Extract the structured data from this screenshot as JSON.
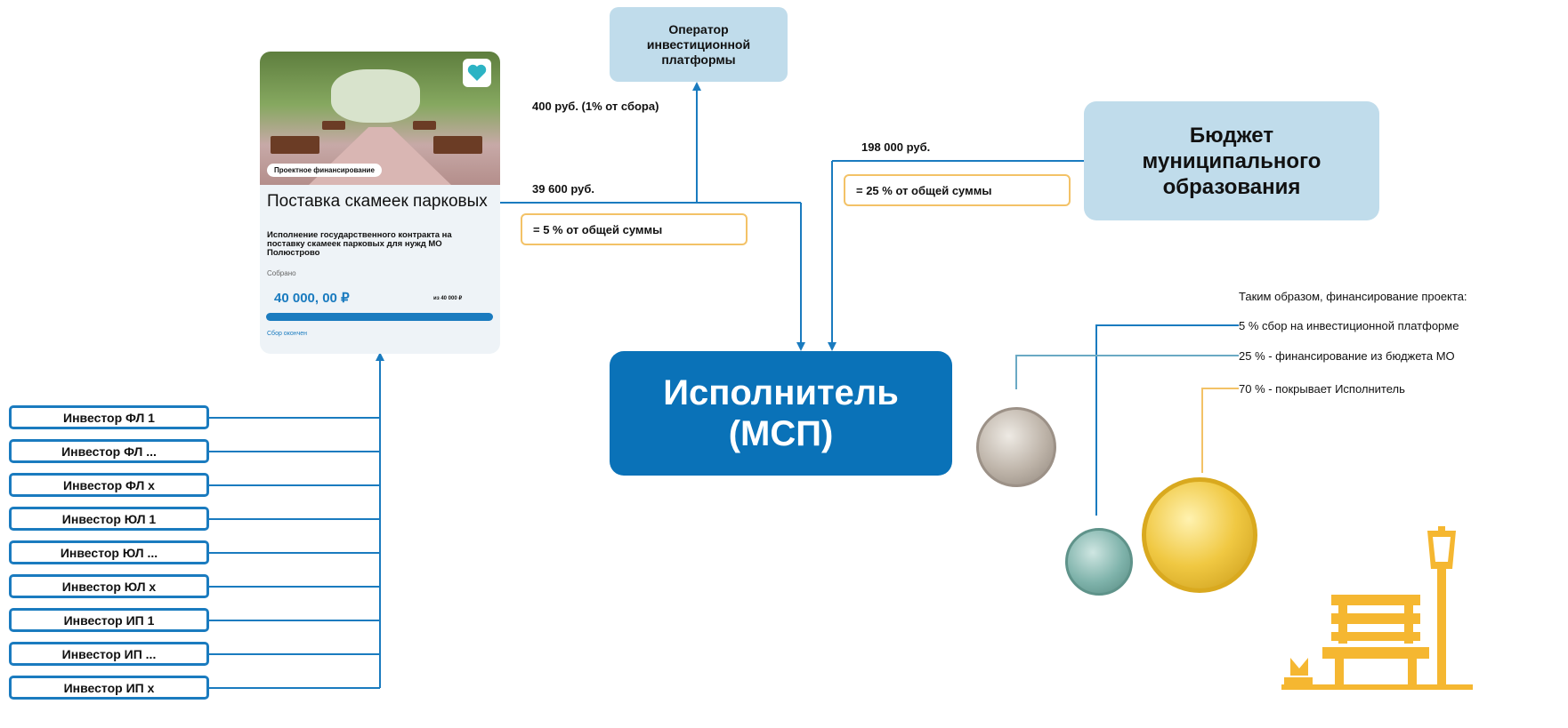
{
  "investors": [
    "Инвестор ФЛ 1",
    "Инвестор ФЛ ...",
    "Инвестор ФЛ x",
    "Инвестор ЮЛ 1",
    "Инвестор ЮЛ ...",
    "Инвестор ЮЛ x",
    "Инвестор ИП 1",
    "Инвестор ИП ...",
    "Инвестор ИП x"
  ],
  "card": {
    "tag": "Проектное финансирование",
    "title": "Поставка скамеек парковых",
    "description": "Исполнение государственного контракта на поставку скамеек парковых для нужд МО Полюстрово",
    "collected_label": "Собрано",
    "amount": "40 000, 00 ₽",
    "goal": "из 40 000 ₽",
    "progress": 1.0,
    "status": "Сбор окончен"
  },
  "operator": {
    "label": "Оператор инвестиционной платформы"
  },
  "budget": {
    "label": "Бюджет муниципального образования"
  },
  "executor": {
    "label": "Исполнитель (МСП)"
  },
  "flows": {
    "operator_fee": "400 руб. (1% от сбора)",
    "platform_amount": "39 600 руб.",
    "platform_share": "= 5 % от общей суммы",
    "budget_amount": "198 000 руб.",
    "budget_share": "= 25 % от общей суммы"
  },
  "summary": {
    "title": "Таким образом, финансирование проекта:",
    "items": [
      "5 % сбор на инвестиционной платформе",
      "25 % - финансирование из бюджета МО",
      "70 % - покрывает Исполнитель"
    ]
  },
  "colors": {
    "primary": "#0a72b8",
    "light": "#c0dceb",
    "accent": "#f3c267",
    "bench": "#f5b731"
  }
}
